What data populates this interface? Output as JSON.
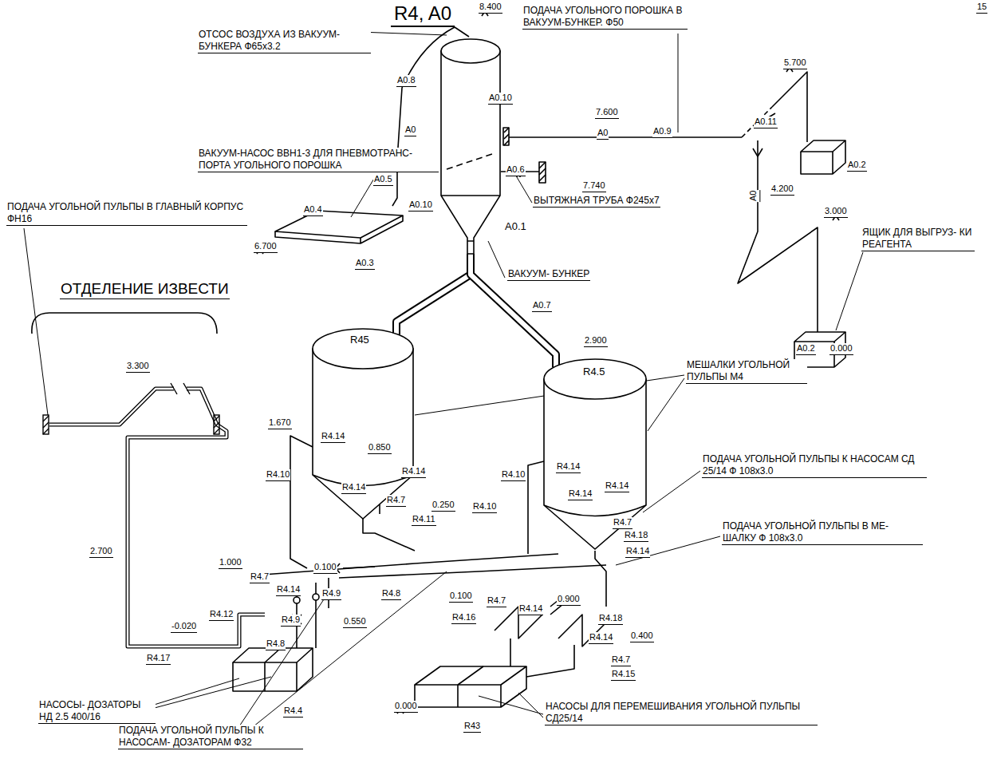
{
  "diagram": {
    "title": "R4, A0",
    "nodes": [
      {
        "text": [
          "A0.1"
        ]
      },
      {
        "text": [
          "R45"
        ]
      },
      {
        "text": [
          "R4.5"
        ]
      }
    ],
    "edges": [
      {
        "from": 0,
        "to": 1,
        "arrow": "none"
      },
      {
        "from": 0,
        "to": 2,
        "arrow": "none"
      }
    ],
    "labels": [
      "ОТСОС ВОЗДУХА ИЗ ВАКУУМ- БУНКЕРА Ф65x3.2",
      "8.400",
      "ПОДАЧА УГОЛЬНОГО ПОРОШКА В ВАКУУМ-БУНКЕР. Ф50",
      "5.700",
      "A0.8",
      "A0.10",
      "7.600",
      "A0",
      "A0",
      "A0.9",
      "A0.11",
      "A0.2",
      "ВАКУУМ-НАСОС ВВН1-3 ДЛЯ ПНЕВМОТРАНС- ПОРТА УГОЛЬНОГО ПОРОШКА",
      "A0.5",
      "A0.6",
      "7.740",
      "4.200",
      "3.000",
      "ВЫТЯЖНАЯ ТРУБА Ф245x7",
      "A0.10",
      "A0.4",
      "ПОДАЧА УГОЛЬНОЙ ПУЛЬПЫ В ГЛАВНЫЙ КОРПУС ФН16",
      "ЯЩИК ДЛЯ ВЫГРУЗ- КИ РЕАГЕНТА",
      "6.700",
      "A0",
      "A0.3",
      "ВАКУУМ- БУНКЕР",
      "ОТДЕЛЕНИЕ ИЗВЕСТИ",
      "A0.2",
      "0.000",
      "A0.7",
      "2.900",
      "МЕШАЛКИ УГОЛЬНОЙ ПУЛЬПЫ М4",
      "3.300",
      "1.670",
      "R4.14",
      "0.850",
      "R4.14",
      "R4.10",
      "R4.14",
      "R4.7",
      "R4.10",
      "R4.14",
      "ПОДАЧА УГОЛЬНОЙ ПУЛЬПЫ К НАСОСАМ СД 25/14 Ф 108x3.0",
      "0.250",
      "R4.10",
      "R4.11",
      "R4.14",
      "R4.14",
      "R4.7",
      "R4.18",
      "R4.14",
      "ПОДАЧА УГОЛЬНОЙ ПУЛЬПЫ В МЕ- ШАЛКУ Ф 108x3.0",
      "2.700",
      "1.000",
      "R4.7",
      "0.100",
      "R4.14",
      "R4.9",
      "R4.8",
      "R4.12",
      "R4.9",
      "0.550",
      "0.100",
      "R4.7",
      "R4.14",
      "0.900",
      "R4.16",
      "R4.18",
      "R4.14",
      "0.400",
      "R4.7",
      "R4.15",
      "-0.020",
      "R4.8",
      "R4.17",
      "НАСОСЫ- ДОЗАТОРЫ НД 2.5 400/16",
      "R4.4",
      "0.000",
      "R43",
      "НАСОСЫ ДЛЯ ПЕРЕМЕШИВАНИЯ УГОЛЬНОЙ ПУЛЬПЫ СД25/14",
      "ПОДАЧА УГОЛЬНОЙ ПУЛЬПЫ К НАСОСАМ- ДОЗАТОРАМ Ф32",
      "15"
    ]
  }
}
